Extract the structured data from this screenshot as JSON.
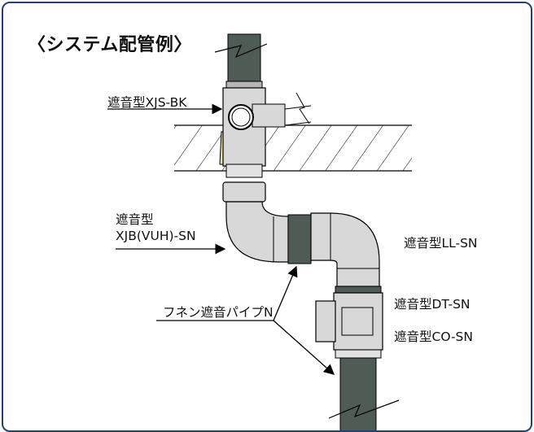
{
  "title": "〈システム配管例〉",
  "labels": {
    "xjs_bk": "遮音型XJS-BK",
    "xjb_line1": "遮音型",
    "xjb_line2": "XJB(VUH)-SN",
    "ll_sn": "遮音型LL-SN",
    "dt_sn": "遮音型DT-SN",
    "co_sn": "遮音型CO-SN",
    "pipe_n": "フネン遮音パイプN"
  },
  "colors": {
    "frame_border": "#24427a",
    "pipe_green": "#4f5c55",
    "fitting_gray": "#d8d8d8",
    "insulation_yellow": "#f1e3a0"
  }
}
